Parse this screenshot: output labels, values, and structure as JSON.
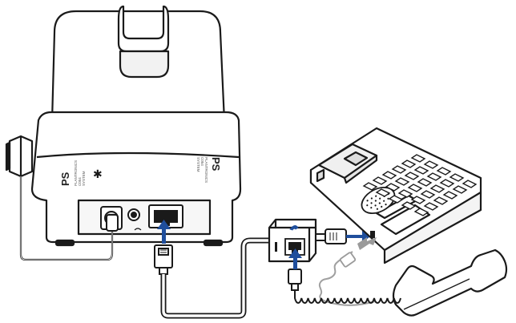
{
  "figure": {
    "brand_logo_text": "PS",
    "brand_small_lines": [
      "PLANTRONICS",
      "C054",
      "SYSTEM"
    ],
    "bluetooth_symbol": "✱",
    "port_icon": "phone-icon"
  },
  "colors": {
    "outline": "#1a1a1a",
    "base_fill": "#ffffff",
    "shade": "#e6e6e6",
    "arrow": "#1f4e9c",
    "cord_gray": "#9a9a9a"
  }
}
